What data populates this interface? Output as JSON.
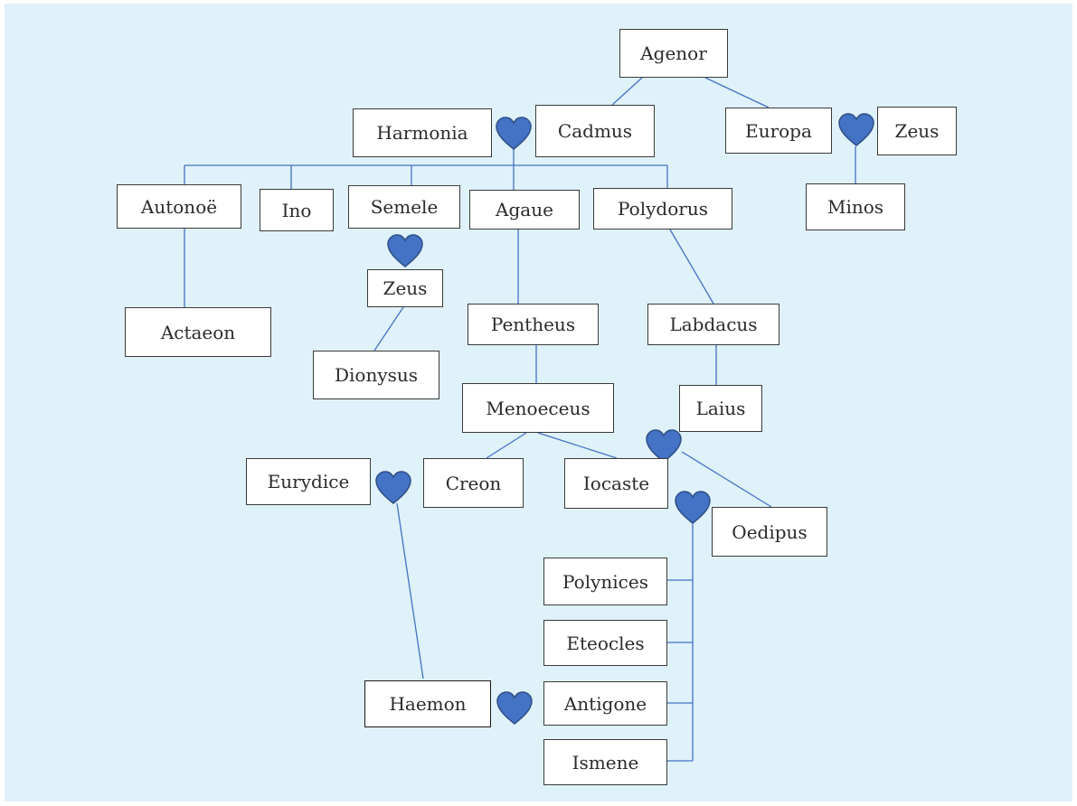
{
  "diagram": {
    "colors": {
      "background": "#dff1f9",
      "line": "#4472c4",
      "heart_fill": "#4472c4",
      "heart_stroke": "#2f4f86",
      "box_border": "#3a3a3a"
    },
    "people": {
      "agenor": "Agenor",
      "harmonia": "Harmonia",
      "cadmus": "Cadmus",
      "europa": "Europa",
      "zeus_europa": "Zeus",
      "minos": "Minos",
      "autonoe": "Autonoë",
      "ino": "Ino",
      "semele": "Semele",
      "agaue": "Agaue",
      "polydorus": "Polydorus",
      "zeus_semele": "Zeus",
      "actaeon": "Actaeon",
      "dionysus": "Dionysus",
      "pentheus": "Pentheus",
      "labdacus": "Labdacus",
      "menoeceus": "Menoeceus",
      "laius": "Laius",
      "eurydice": "Eurydice",
      "creon": "Creon",
      "iocaste": "Iocaste",
      "oedipus": "Oedipus",
      "polynices": "Polynices",
      "eteocles": "Eteocles",
      "haemon": "Haemon",
      "antigone": "Antigone",
      "ismene": "Ismene"
    },
    "icons": {
      "marriage": "heart-icon"
    }
  }
}
